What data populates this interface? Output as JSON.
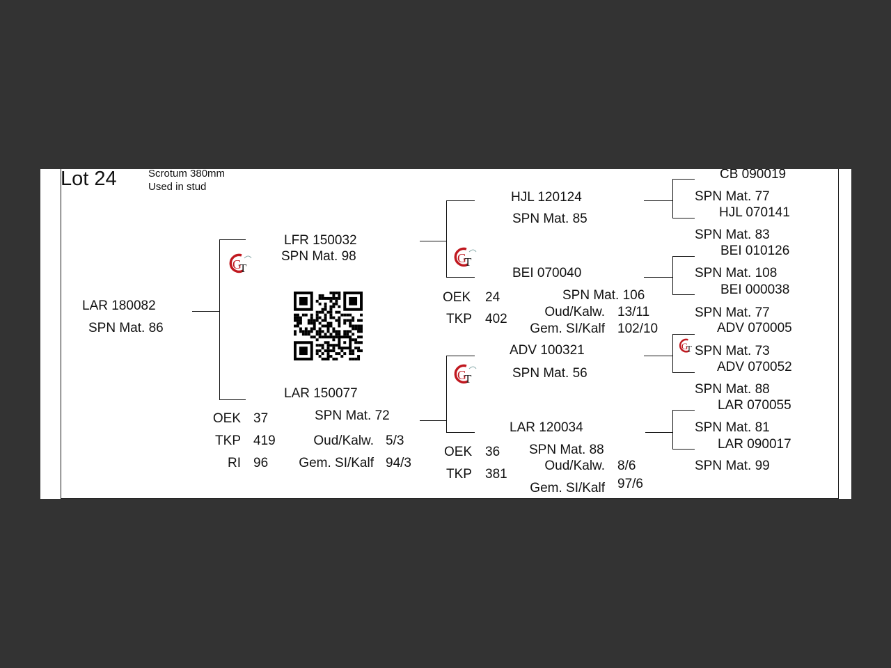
{
  "header": {
    "lot": "Lot 24",
    "scrotum": "Scrotum 380mm",
    "used": "Used in stud"
  },
  "animal": {
    "id": "LAR 180082",
    "spn": "SPN Mat. 86"
  },
  "sire": {
    "id": "LFR 150032",
    "spn": "SPN Mat. 98"
  },
  "dam": {
    "id": "LAR 150077",
    "spn": "SPN Mat. 72",
    "stats": {
      "oek_label": "OEK",
      "oek": "37",
      "tkp_label": "TKP",
      "tkp": "419",
      "ri_label": "RI",
      "ri": "96",
      "oud_label": "Oud/Kalw.",
      "oud": "5/3",
      "gem_label": "Gem. SI/Kalf",
      "gem": "94/3"
    }
  },
  "ss": {
    "id": "HJL 120124",
    "spn": "SPN Mat. 85"
  },
  "sd": {
    "id": "BEI 070040",
    "spn": "SPN Mat. 106",
    "stats": {
      "oek_label": "OEK",
      "oek": "24",
      "tkp_label": "TKP",
      "tkp": "402",
      "oud_label": "Oud/Kalw.",
      "oud": "13/11",
      "gem_label": "Gem. SI/Kalf",
      "gem": "102/10"
    }
  },
  "ds": {
    "id": "ADV 100321",
    "spn": "SPN Mat. 56"
  },
  "dd": {
    "id": "LAR 120034",
    "spn": "SPN Mat. 88",
    "stats": {
      "oek_label": "OEK",
      "oek": "36",
      "tkp_label": "TKP",
      "tkp": "381",
      "oud_label": "Oud/Kalw.",
      "oud": "8/6",
      "gem_label": "Gem. SI/Kalf",
      "gem": "97/6"
    }
  },
  "gen3": [
    {
      "id": "CB  090019",
      "spn": "SPN Mat. 77"
    },
    {
      "id": "HJL 070141",
      "spn": "SPN Mat. 83"
    },
    {
      "id": "BEI 010126",
      "spn": "SPN Mat. 108"
    },
    {
      "id": "BEI 000038",
      "spn": "SPN Mat. 77"
    },
    {
      "id": "ADV 070005",
      "spn": "SPN Mat. 73"
    },
    {
      "id": "ADV 070052",
      "spn": "SPN Mat. 88"
    },
    {
      "id": "LAR 070055",
      "spn": "SPN Mat. 81"
    },
    {
      "id": "LAR 090017",
      "spn": "SPN Mat. 99"
    }
  ],
  "logo": {
    "text_g": "G",
    "text_t": "T",
    "color_g": "#c0181f",
    "color_t": "#1a1a1a"
  },
  "icons": {
    "logo": "gt-logo-icon",
    "qr": "qr-code-icon"
  }
}
